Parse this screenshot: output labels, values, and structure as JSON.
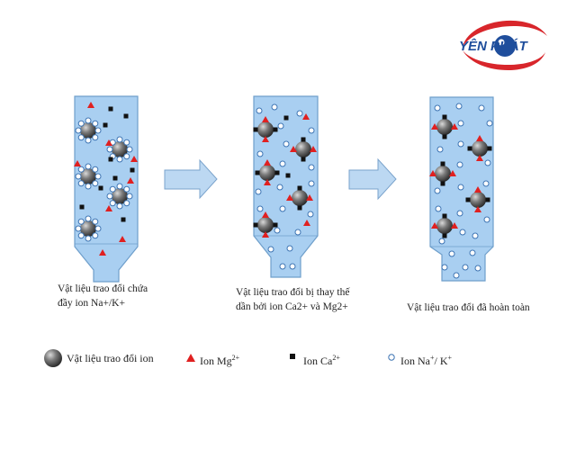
{
  "logo": {
    "text": "YÊN PHÁT"
  },
  "captions": {
    "stage1": [
      "Vật liệu trao đổi chứa",
      "đầy ion Na+/K+"
    ],
    "stage2": [
      "Vật liệu trao đổi bị thay thế",
      "dần bởi ion Ca2+ và Mg2+"
    ],
    "stage3": [
      "Vật liệu trao đổi đã hoàn toàn"
    ]
  },
  "legend": {
    "resin": "Vật liệu trao đổi ion",
    "mg": {
      "prefix": "Ion Mg",
      "sup": "2+"
    },
    "ca": {
      "prefix": "Ion Ca",
      "sup": "2+"
    },
    "na": {
      "prefix": "Ion Na",
      "sup": "+",
      "mid": "/ K",
      "sup2": "+"
    }
  },
  "colors": {
    "liquid": "#a9cff1",
    "column_stroke": "#6f9fcb",
    "arrow_fill": "#bcd8f2",
    "arrow_stroke": "#7aa3cc",
    "mg_ion": "#e02020",
    "ca_ion": "#111111",
    "na_ion_stroke": "#3d74b3",
    "logo_red": "#d8262b",
    "logo_blue": "#1f4e9c"
  },
  "icons": [
    "resin-bead-icon",
    "mg-ion-triangle-icon",
    "ca-ion-square-icon",
    "na-ion-circle-icon"
  ]
}
